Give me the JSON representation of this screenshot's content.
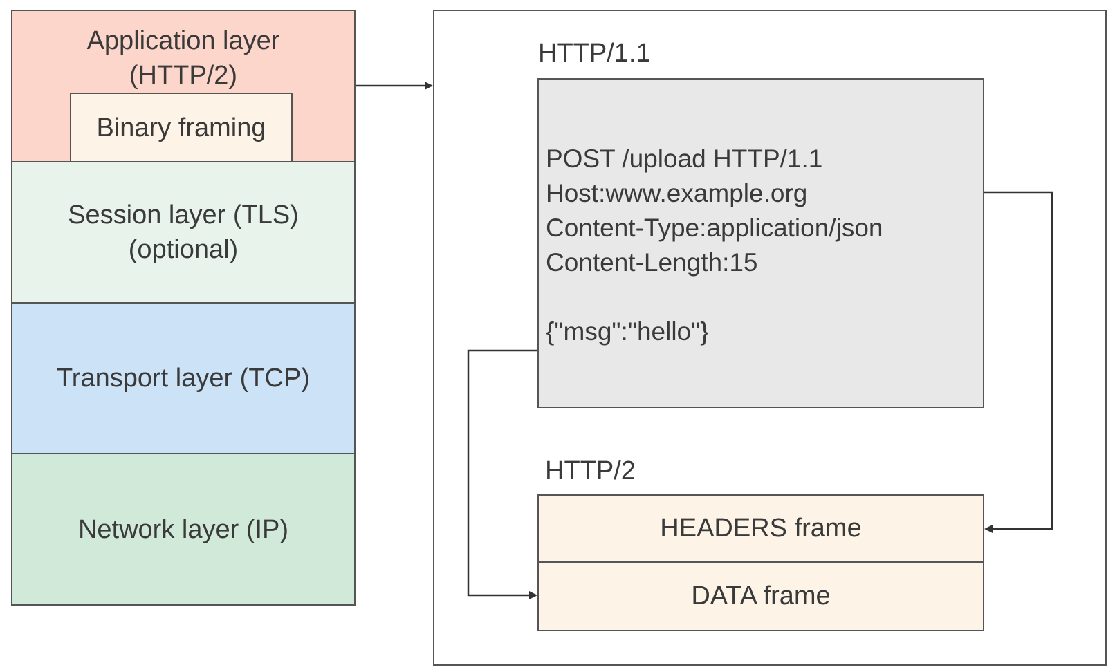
{
  "stack": {
    "application_layer": "Application layer\n(HTTP/2)",
    "binary_framing": "Binary framing",
    "session_layer": "Session layer (TLS)\n(optional)",
    "transport_layer": "Transport layer (TCP)",
    "network_layer": "Network layer (IP)"
  },
  "http11": {
    "label": "HTTP/1.1",
    "lines": [
      "POST /upload HTTP/1.1",
      "Host:www.example.org",
      "Content-Type:application/json",
      "Content-Length:15",
      "",
      "{\"msg\":\"hello\"}"
    ]
  },
  "http2": {
    "label": "HTTP/2",
    "headers_frame": "HEADERS frame",
    "data_frame": "DATA frame"
  },
  "colors": {
    "application": "#fcd5cb",
    "binary_framing": "#fdf3e6",
    "session": "#e8f3ec",
    "transport": "#cce2f6",
    "network": "#d0e9d8",
    "http11_box": "#e8e8e8",
    "frames": "#fdf3e6",
    "stroke": "#555555"
  }
}
